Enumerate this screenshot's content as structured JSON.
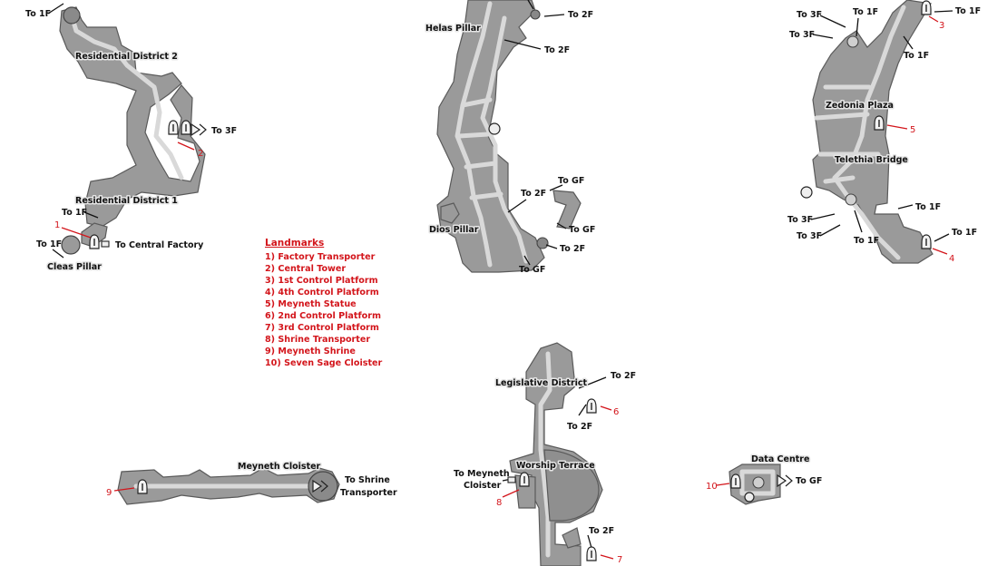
{
  "colors": {
    "label": "#111111",
    "landmark": "#d3151b",
    "floor": "#9a9a9a",
    "walkway": "#d9d9d9",
    "outline": "#5a5a5a"
  },
  "legend": {
    "title": "Landmarks",
    "items": [
      "1) Factory Transporter",
      "2) Central Tower",
      "3) 1st Control Platform",
      "4) 4th Control Platform",
      "5) Meyneth Statue",
      "6) 2nd Control Platform",
      "7) 3rd Control Platform",
      "8) Shrine Transporter",
      "9) Meyneth Shrine",
      "10) Seven Sage Cloister"
    ]
  },
  "areas": {
    "residential_district_2": "Residential District 2",
    "residential_district_1": "Residential District 1",
    "cleas_pillar": "Cleas Pillar",
    "helas_pillar": "Helas Pillar",
    "dios_pillar": "Dios Pillar",
    "zedonia_plaza": "Zedonia Plaza",
    "telethia_bridge": "Telethia Bridge",
    "legislative_district": "Legislative District",
    "worship_terrace": "Worship Terrace",
    "meyneth_cloister": "Meyneth Cloister",
    "data_centre": "Data Centre"
  },
  "exits": {
    "nw_to_1f_top": "To 1F",
    "nw_to_3f": "To 3F",
    "nw_to_1f_mid": "To 1F",
    "nw_to_1f_low": "To 1F",
    "nw_to_central_factory": "To Central Factory",
    "c_to_2f_top": "To 2F",
    "c_to_2f_helas": "To 2F",
    "c_to_gf_right_top": "To GF",
    "c_to_gf_right_low": "To GF",
    "c_to_2f_mid": "To 2F",
    "c_to_2f_low": "To 2F",
    "c_to_gf_bottom": "To GF",
    "e_to_3f_a": "To 3F",
    "e_to_1f_a": "To 1F",
    "e_to_1f_b": "To 1F",
    "e_to_3f_b": "To 3F",
    "e_to_1f_c": "To 1F",
    "e_to_1f_d": "To 1F",
    "e_to_3f_c": "To 3F",
    "e_to_1f_e": "To 1F",
    "e_to_3f_d": "To 3F",
    "e_to_1f_f": "To 1F",
    "s_to_2f_top": "To 2F",
    "s_to_2f_mid": "To 2F",
    "s_to_meyneth_cloister_1": "To Meyneth",
    "s_to_meyneth_cloister_2": "Cloister",
    "s_to_2f_low": "To 2F",
    "mc_to_shrine_1": "To Shrine",
    "mc_to_shrine_2": "Transporter",
    "dc_to_gf": "To GF"
  },
  "markers": {
    "m1": "1",
    "m2": "2",
    "m3": "3",
    "m4": "4",
    "m5": "5",
    "m6": "6",
    "m7": "7",
    "m8": "8",
    "m9": "9",
    "m10": "10"
  }
}
